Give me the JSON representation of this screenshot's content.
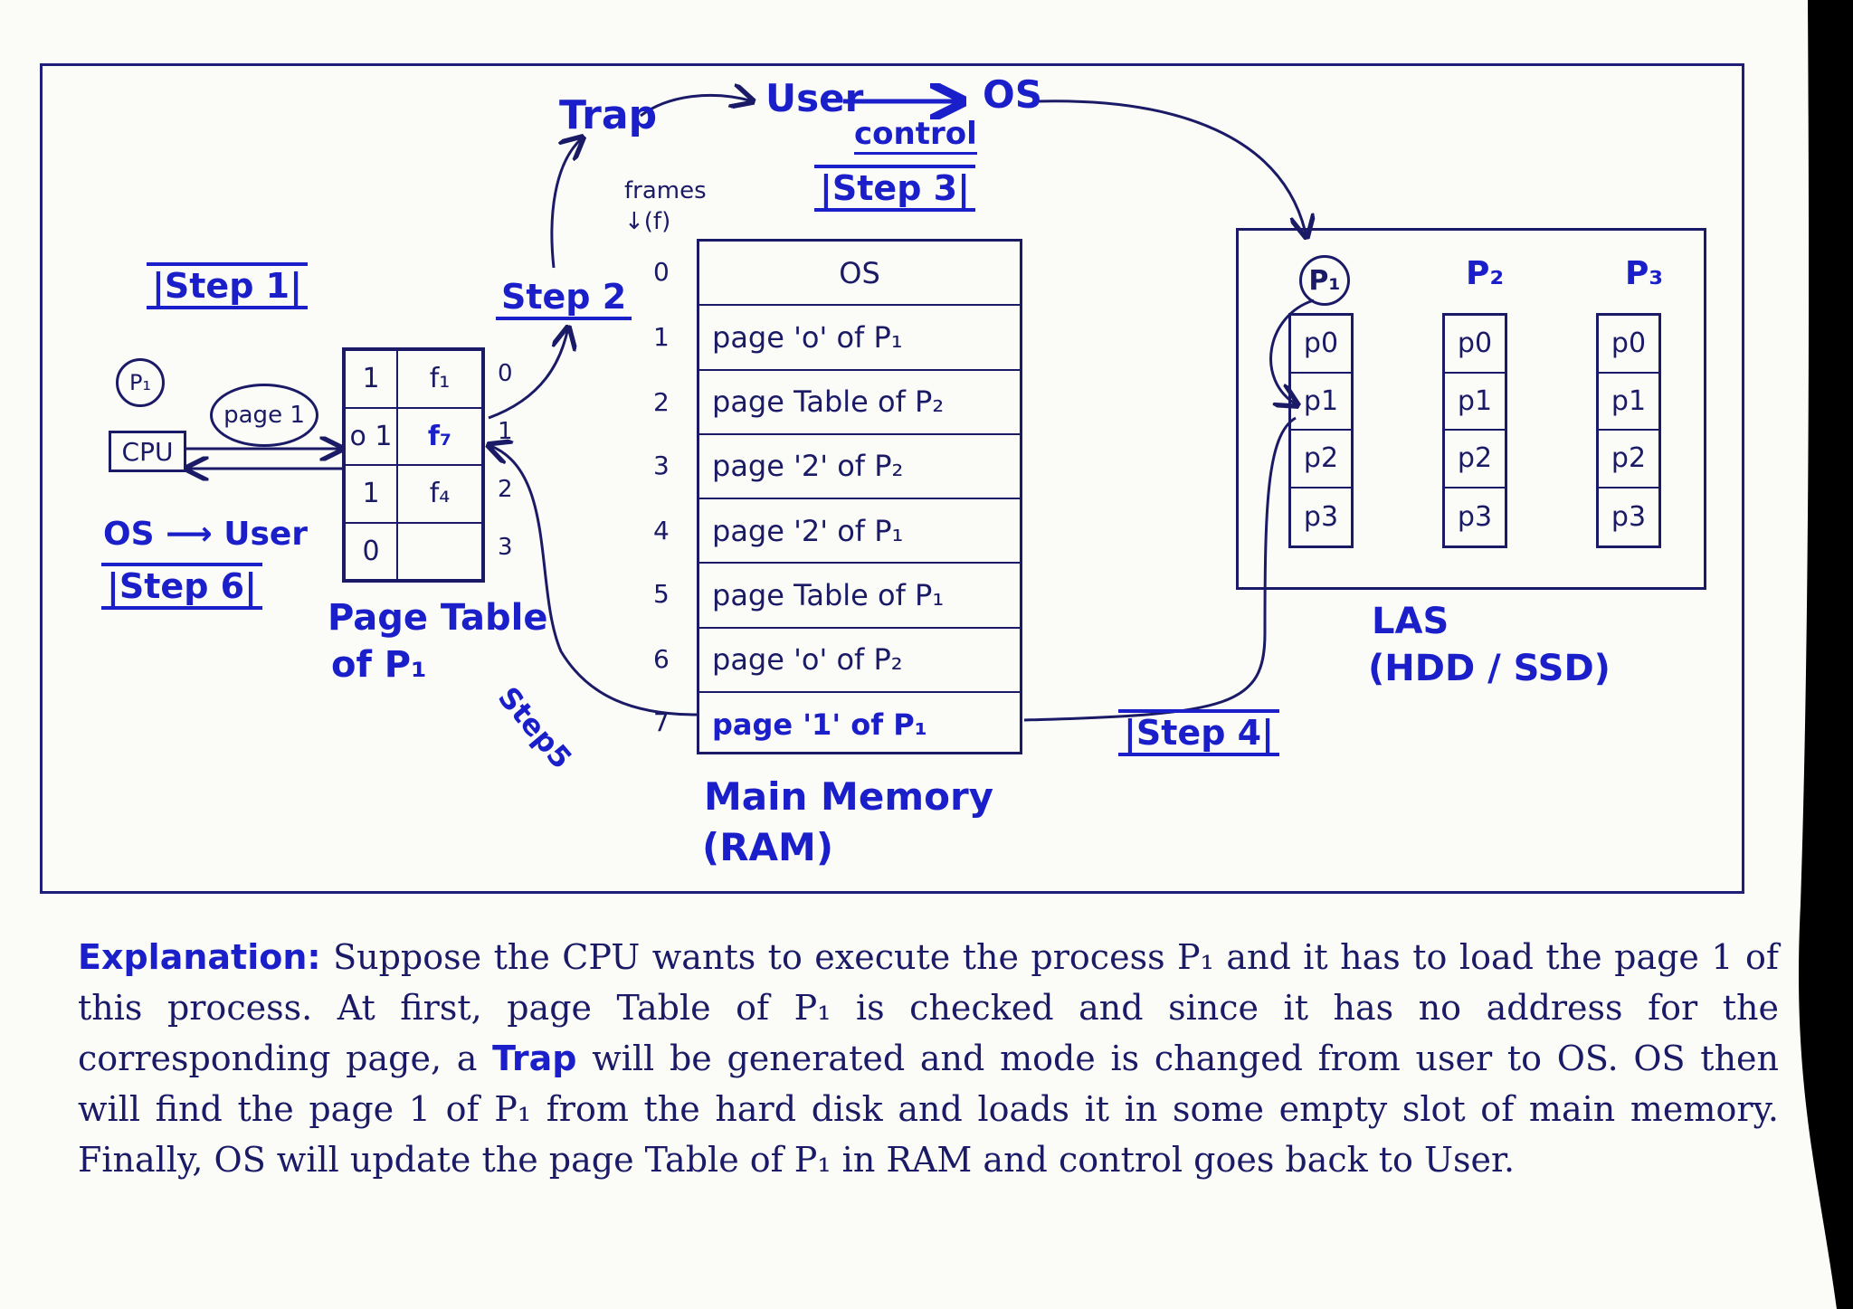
{
  "cpu_side": {
    "process_badge": "P₁",
    "cpu_label": "CPU",
    "request_bubble": "page 1",
    "step1": "Step 1",
    "os_user": "OS ⟶ User",
    "step6": "Step 6"
  },
  "page_table": {
    "rows": [
      {
        "valid": "1",
        "frame": "f₁",
        "index": "0"
      },
      {
        "valid": "ο 1",
        "frame": "f₇",
        "index": "1"
      },
      {
        "valid": "1",
        "frame": "f₄",
        "index": "2"
      },
      {
        "valid": "0",
        "frame": "",
        "index": "3"
      }
    ],
    "caption_line1": "Page Table",
    "caption_line2": "of  P₁"
  },
  "flow": {
    "step2": "Step 2",
    "trap": "Trap",
    "user": "User",
    "os": "OS",
    "control": "control",
    "step3": "Step 3",
    "step4": "Step 4",
    "step5": "Step5"
  },
  "main_memory": {
    "frames_label": "frames",
    "frames_sub": "↓(f)",
    "rows": [
      {
        "frame": "0",
        "content": "OS"
      },
      {
        "frame": "1",
        "content": "page  'o'   of   P₁"
      },
      {
        "frame": "2",
        "content": "page  Table  of  P₂"
      },
      {
        "frame": "3",
        "content": "page  '2'  of   P₂"
      },
      {
        "frame": "4",
        "content": "page  '2'  of   P₁"
      },
      {
        "frame": "5",
        "content": "page  Table  of  P₁"
      },
      {
        "frame": "6",
        "content": "page  'o'   of   P₂"
      },
      {
        "frame": "7",
        "content": "page  '1'  of   P₁"
      }
    ],
    "caption_line1": "Main  Memory",
    "caption_line2": "(RAM)"
  },
  "las": {
    "processes": [
      {
        "name": "P₁",
        "pages": [
          "p0",
          "p1",
          "p2",
          "p3"
        ]
      },
      {
        "name": "P₂",
        "pages": [
          "p0",
          "p1",
          "p2",
          "p3"
        ]
      },
      {
        "name": "P₃",
        "pages": [
          "p0",
          "p1",
          "p2",
          "p3"
        ]
      }
    ],
    "caption_line1": "LAS",
    "caption_line2": "(HDD / SSD)"
  },
  "explanation": {
    "lead": "Explanation:",
    "part1": " Suppose the CPU wants to execute the process P₁ and it has to load the page 1 of this process. At first, page Table of P₁ is checked and since it has no address for the corresponding page, a ",
    "keyword": "Trap",
    "part2": " will be generated and mode is changed from user to OS. OS then will find the page 1 of P₁ from the hard disk and loads it in some empty slot of main memory. Finally, OS will update the page Table of P₁ in RAM and control goes back to User."
  },
  "colors": {
    "ink": "#1a1a66",
    "highlight": "#1a1fc9",
    "paper": "#fbfbf8"
  }
}
